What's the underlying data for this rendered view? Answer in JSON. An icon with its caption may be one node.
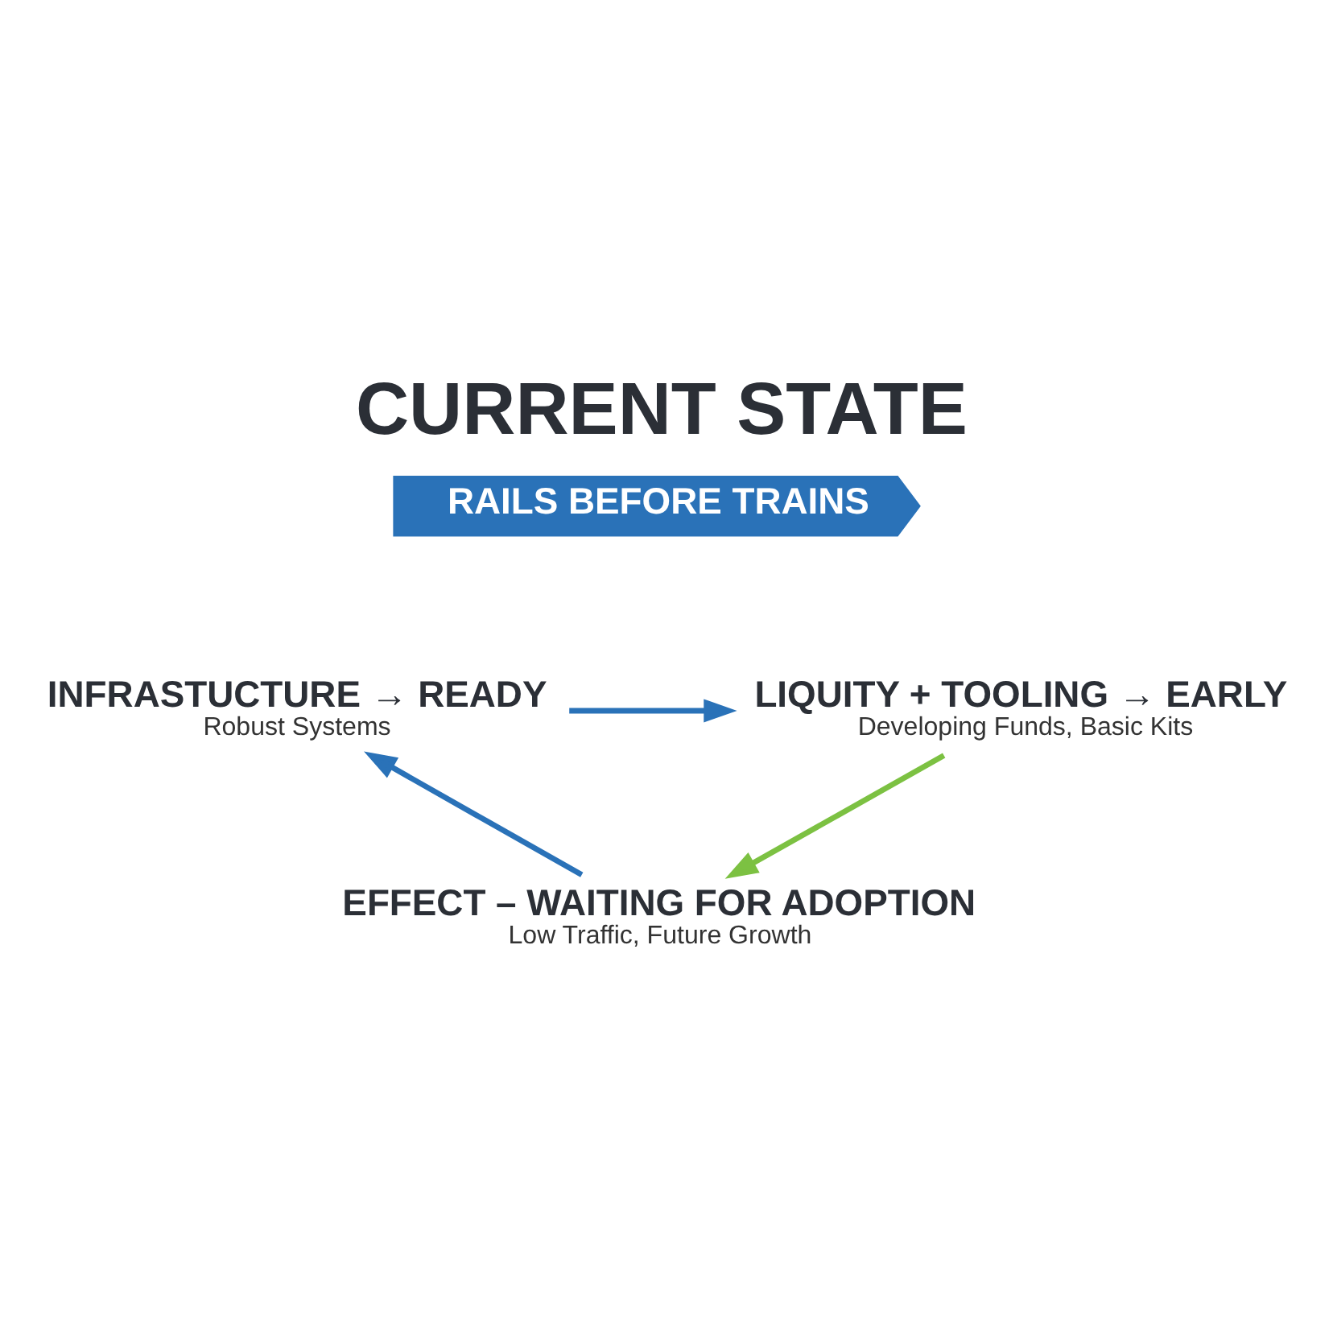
{
  "diagram": {
    "title": "CURRENT STATE",
    "nodes": [
      {
        "text": [
          "RAILS BEFORE TRAINS"
        ]
      },
      {
        "text": [
          "INFRASTUCTURE → READY",
          "Robust Systems"
        ]
      },
      {
        "text": [
          "LIQUITY + TOOLING → EARLY",
          "Developing Funds, Basic Kits"
        ]
      },
      {
        "text": [
          "EFFECT – WAITING FOR ADOPTION",
          "Low Traffic, Future Growth"
        ]
      }
    ],
    "edges": [
      {
        "from": 1,
        "to": 2,
        "arrow": "to"
      },
      {
        "from": 2,
        "to": 3,
        "arrow": "to",
        "color": "#7cc142"
      },
      {
        "from": 3,
        "to": 1,
        "arrow": "to"
      }
    ]
  }
}
